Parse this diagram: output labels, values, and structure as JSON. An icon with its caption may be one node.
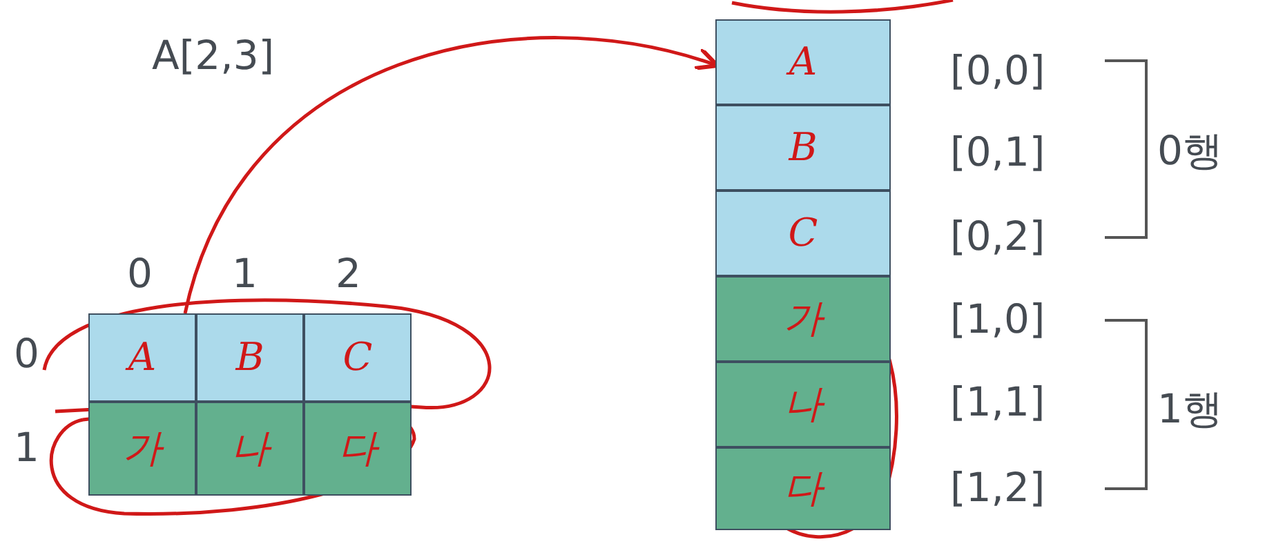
{
  "diagram": {
    "nodes": [
      {
        "text": [
          "A"
        ]
      },
      {
        "text": [
          "B"
        ]
      },
      {
        "text": [
          "C"
        ]
      },
      {
        "text": [
          "가"
        ]
      },
      {
        "text": [
          "나"
        ]
      },
      {
        "text": [
          "다"
        ]
      },
      {
        "text": [
          "A"
        ]
      },
      {
        "text": [
          "B"
        ]
      },
      {
        "text": [
          "C"
        ]
      },
      {
        "text": [
          "가"
        ]
      },
      {
        "text": [
          "나"
        ]
      },
      {
        "text": [
          "다"
        ]
      }
    ],
    "edges": [
      {
        "from": 0,
        "to": 6,
        "arrow": "to",
        "color": "#d01818"
      }
    ],
    "labels": [
      "A[2,3]",
      "0",
      "1",
      "2",
      "0",
      "1",
      "[0,0]",
      "[0,1]",
      "[0,2]",
      "0행",
      "[1,0]",
      "[1,1]",
      "[1,2]",
      "1행"
    ]
  }
}
